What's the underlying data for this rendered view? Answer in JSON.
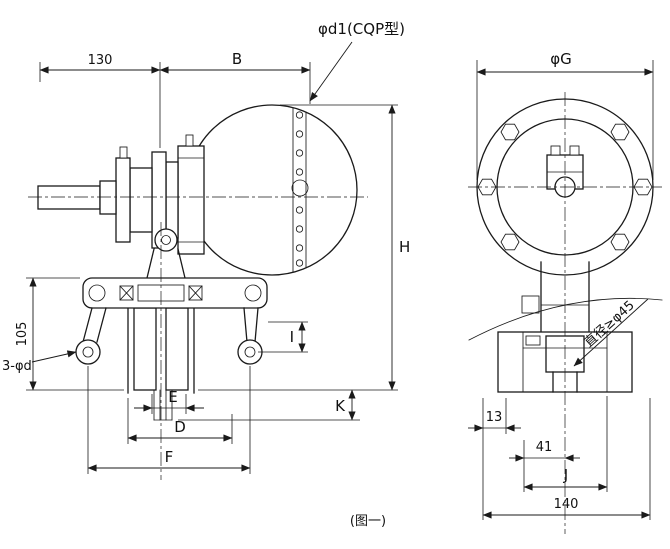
{
  "colors": {
    "line": "#1a1a1a",
    "background": "#ffffff"
  },
  "figure": {
    "caption": "(图一)",
    "left_view": {
      "dim_130": "130",
      "dim_B": "B",
      "callout_d1": "φd1(CQP型)",
      "dim_H": "H",
      "dim_105": "105",
      "callout_3d": "3-φd",
      "dim_I": "I",
      "dim_K": "K",
      "dim_E": "E",
      "dim_D": "D",
      "dim_F": "F"
    },
    "right_view": {
      "dim_G": "φG",
      "dim_13": "13",
      "dim_41": "41",
      "dim_J": "J",
      "dim_140": "140",
      "note": "直径≥φ45"
    }
  }
}
